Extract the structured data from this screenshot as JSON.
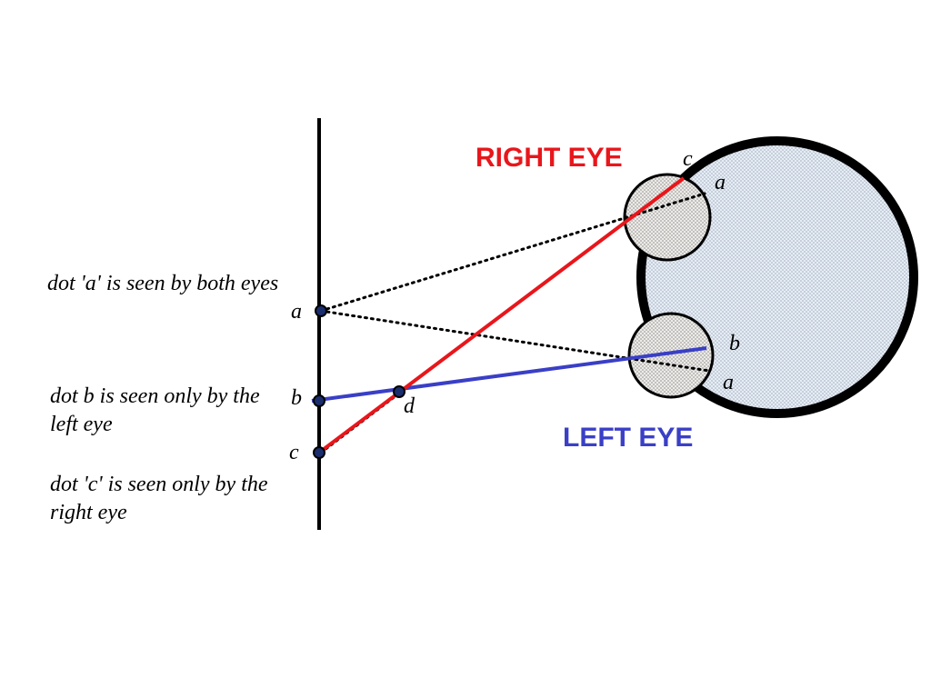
{
  "captions": {
    "a": "dot 'a' is seen by both eyes",
    "b": "dot b is seen only by the left eye",
    "c": "dot 'c' is seen only by the right eye"
  },
  "labels": {
    "right_eye": "RIGHT EYE",
    "left_eye": "LEFT EYE",
    "dot_a": "a",
    "dot_b": "b",
    "dot_c": "c",
    "dot_d": "d",
    "retina_right_c": "c",
    "retina_right_a": "a",
    "retina_left_b": "b",
    "retina_left_a": "a"
  },
  "colors": {
    "right_eye": "#e8161b",
    "left_eye": "#3a3fc6",
    "head_fill": "#e6edf5",
    "eye_fill": "#ecebe8",
    "dot_fill": "#1a2e6e"
  }
}
